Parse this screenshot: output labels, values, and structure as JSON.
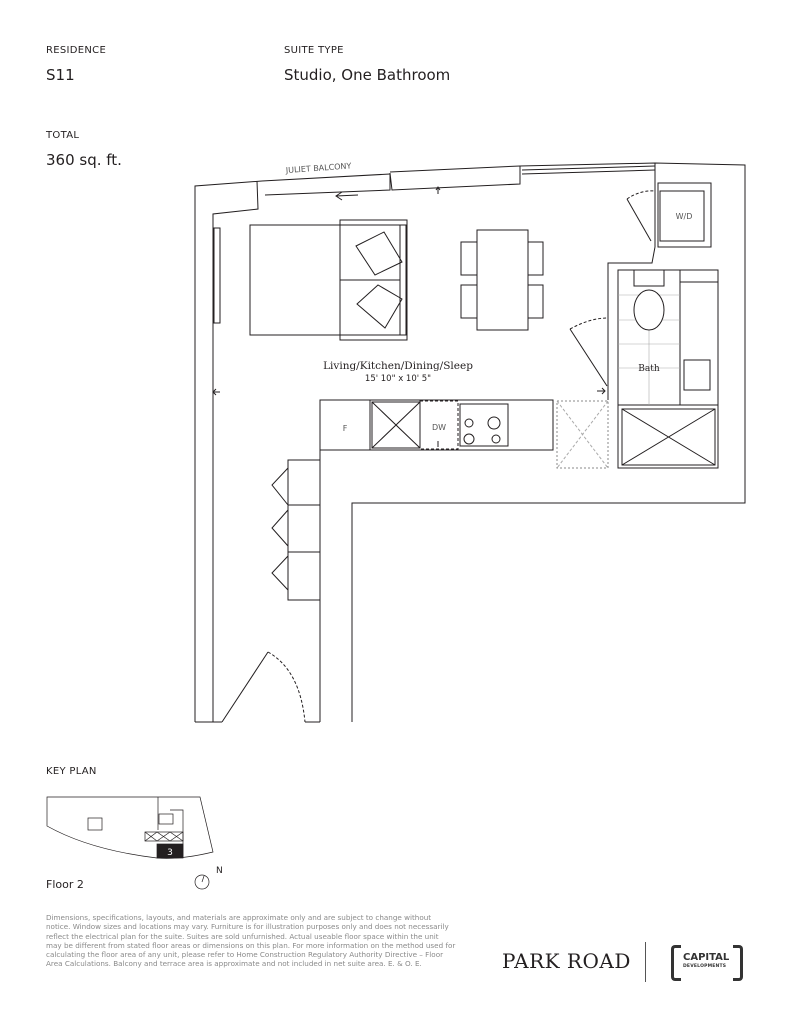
{
  "header": {
    "residence_label": "RESIDENCE",
    "residence_value": "S11",
    "suite_type_label": "SUITE TYPE",
    "suite_type_value": "Studio, One Bathroom",
    "total_label": "TOTAL",
    "total_value": "360 sq. ft."
  },
  "plan": {
    "balcony_label": "JULIET BALCONY",
    "room_name": "Living/Kitchen/Dining/Sleep",
    "room_dims": "15' 10\" x 10' 5\"",
    "fridge_label": "F",
    "dishwasher_label": "DW",
    "washer_dryer_label": "W/D",
    "bath_label": "Bath"
  },
  "key_plan": {
    "title": "KEY PLAN",
    "unit_marker": "3",
    "north_label": "N",
    "floor_label": "Floor 2"
  },
  "disclaimer": "Dimensions, specifications, layouts, and materials are approximate only and are subject to change without notice. Window sizes and locations may vary. Furniture is for illustration purposes only and does not necessarily reflect the electrical plan for the suite. Suites are sold unfurnished. Actual useable floor space within the unit may be different from stated floor areas or dimensions on this plan. For more information on the method used for calculating the floor area of any unit, please refer to Home Construction Regulatory Authority Directive – Floor Area Calculations. Balcony and terrace area is approximate and not included in net suite area. E. & O. E.",
  "footer": {
    "project_logo": "PARK ROAD",
    "developer_logo_main": "CAPITAL",
    "developer_logo_sub": "DEVELOPMENTS"
  }
}
